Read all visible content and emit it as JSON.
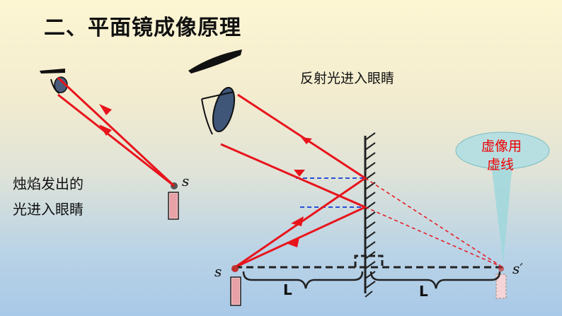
{
  "title": "二、平面镜成像原理",
  "labels": {
    "reflected_light": "反射光进入眼睛",
    "candle_text_line1": "烛焰发出的",
    "candle_text_line2": "光进入眼睛",
    "virtual_line1": "虚像用",
    "virtual_line2": "虚线",
    "s_top": "s",
    "s_bottom": "s",
    "s_image": "s′",
    "L_left": "L",
    "L_right": "L"
  },
  "colors": {
    "ray": "#e8141c",
    "virtual": "#e8141c",
    "normal": "#2a4fd6",
    "mirror": "#222222",
    "beam_fill": "#9fd7dc"
  }
}
